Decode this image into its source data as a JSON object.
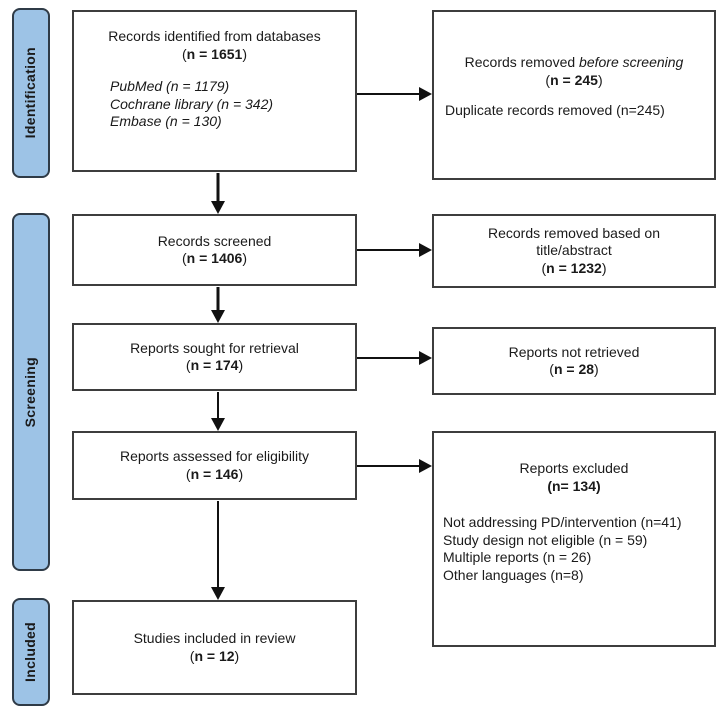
{
  "colors": {
    "stage_fill": "#9DC3E6",
    "box_border": "#3d3d3d",
    "arrow": "#111111"
  },
  "stages": {
    "identification": "Identification",
    "screening": "Screening",
    "included": "Included"
  },
  "boxes": {
    "identified": {
      "title": "Records identified from databases",
      "count_open": "(",
      "count": "n = 1651",
      "count_close": ")",
      "details": [
        "PubMed (n = 1179)",
        "Cochrane library (n = 342)",
        "Embase (n = 130)"
      ]
    },
    "removed_before": {
      "title_normal": "Records removed ",
      "title_italic": "before screening",
      "count_open": "(",
      "count": "n = 245",
      "count_close": ")",
      "detail": "Duplicate records removed (n=245)"
    },
    "screened": {
      "title": "Records screened",
      "count_open": "(",
      "count": "n = 1406",
      "count_close": ")"
    },
    "removed_title_abstract": {
      "title_line1": "Records removed based on",
      "title_line2": "title/abstract",
      "count_open": "(",
      "count": "n = 1232",
      "count_close": ")"
    },
    "sought": {
      "title": "Reports sought for retrieval",
      "count_open": "(",
      "count": "n = 174",
      "count_close": ")"
    },
    "not_retrieved": {
      "title": "Reports not retrieved",
      "count_open": "(",
      "count": "n = 28",
      "count_close": ")"
    },
    "assessed": {
      "title": "Reports assessed for eligibility",
      "count_open": "(",
      "count": "n = 146",
      "count_close": ")"
    },
    "excluded": {
      "title": "Reports excluded",
      "count_open": "(",
      "count": "n= 134",
      "count_close": ")",
      "reasons": [
        "Not addressing PD/intervention (n=41)",
        "Study design not eligible (n = 59)",
        "Multiple reports (n = 26)",
        "Other languages (n=8)"
      ]
    },
    "included_studies": {
      "title": "Studies included in review",
      "count_open": "(",
      "count": "n = 12",
      "count_close": ")"
    }
  }
}
